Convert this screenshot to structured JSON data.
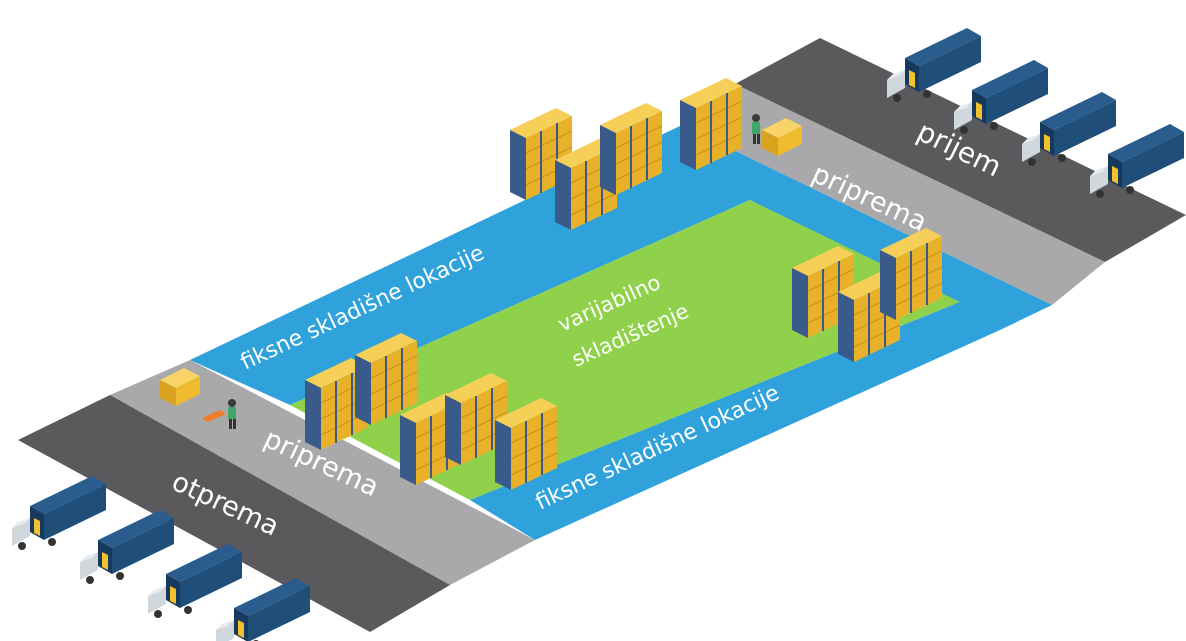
{
  "zones": {
    "receiving": "prijem",
    "prep_top": "priprema",
    "fixed_top": "fiksne skladišne lokacije",
    "variable_line1": "varijabilno",
    "variable_line2": "skladištenje",
    "fixed_bottom": "fiksne skladišne lokacije",
    "prep_bottom": "priprema",
    "shipping": "otprema"
  },
  "colors": {
    "dock_dark": "#5a5a5c",
    "prep_gray": "#a9a9ab",
    "fixed_blue": "#2fa2dc",
    "variable_green": "#8fd14a",
    "box_yellow": "#f2c12e",
    "rack_blue": "#3a5b8a",
    "truck_blue": "#1f4e79",
    "label_white": "#ffffff"
  },
  "icons": [
    "truck-icon",
    "shelving-rack-icon",
    "pallet-boxes-icon",
    "worker-with-pallet-jack-icon"
  ]
}
